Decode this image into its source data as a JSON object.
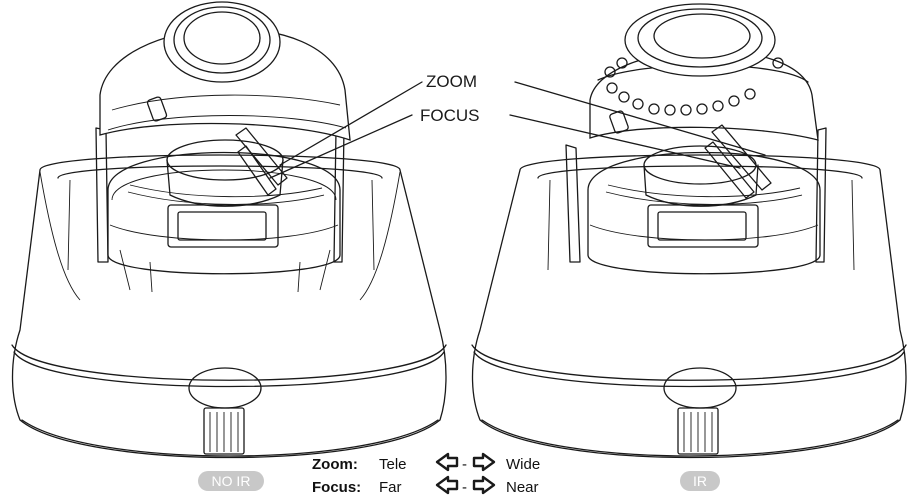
{
  "callouts": {
    "zoom": "ZOOM",
    "focus": "FOCUS"
  },
  "legend": {
    "zoom_key": "Zoom:",
    "zoom_from": "Tele",
    "zoom_sep": "-",
    "zoom_to": "Wide",
    "focus_key": "Focus:",
    "focus_from": "Far",
    "focus_sep": "-",
    "focus_to": "Near"
  },
  "badges": {
    "left": "NO IR",
    "right": "IR"
  },
  "icons": [
    "arrow-left-icon",
    "arrow-right-icon"
  ],
  "colors": {
    "line": "#1a1a1a",
    "badge": "#c8c8c8",
    "background": "#ffffff"
  }
}
